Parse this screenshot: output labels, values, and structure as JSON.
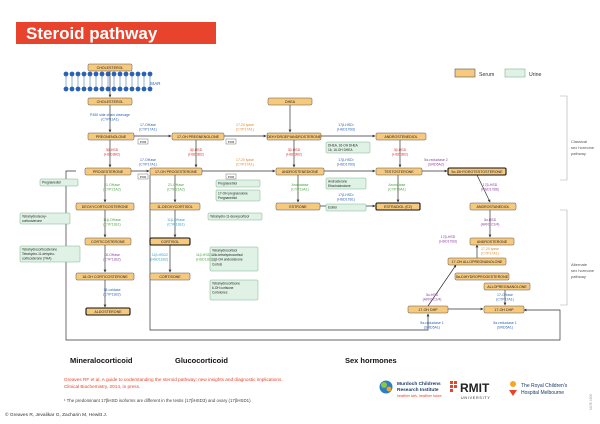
{
  "title": "Steroid pathway",
  "legend": {
    "serum": "Serum",
    "urine": "Urine"
  },
  "sections": {
    "mineralocorticoid": "Mineralocorticoid",
    "glucocorticoid": "Glucocorticoid",
    "sex_hormones": "Sex hormones"
  },
  "side_labels": {
    "classical": [
      "Classical",
      "sex hormone",
      "pathway"
    ],
    "alternate": [
      "Alternate",
      "sex hormone",
      "pathway"
    ]
  },
  "membrane_label": "StAR",
  "compounds": {
    "cholesterol_top": "CHOLESTEROL",
    "cholesterol": "CHOLESTEROL",
    "pregnenolone": "PREGNENOLONE",
    "oh17_pregnenolone": "17-OH PREGNENOLONE",
    "dhea": "DHEA",
    "dheas": "DEHYDROEPIANDROSTERONE",
    "androstenediol": "ANDROSTENEDIOL",
    "progesterone": "PROGESTERONE",
    "oh17_progesterone": "17-OH PROGESTERONE",
    "androstenedione": "ANDROSTENEDIONE",
    "testosterone": "TESTOSTERONE",
    "dht": "5α-DIHYDROTESTOSTERONE",
    "deoxycorticosterone": "DEOXYCORTICOSTERONE",
    "deoxycortisol": "11-DEOXYCORTISOL",
    "estrone": "ESTRONE",
    "estradiol": "ESTRADIOL (E2)",
    "corticosterone": "CORTICOSTERONE",
    "cortisol": "CORTISOL",
    "cortisone": "CORTISONE",
    "oh18_corticosterone": "18-OH CORTICOSTERONE",
    "aldosterone": "ALDOSTERONE",
    "androstanediol": "ANDROSTANEDIOL",
    "androsterone": "ANDROSTERONE",
    "dihydroprogesterone": "5α-DIHYDROPROGESTERONE",
    "allopregnanolone": "17-OH ALLOPREGNANOLONE",
    "allopregnanolone2": "ALLOPREGNANOLONE",
    "dhp": "17-OH DHP",
    "oh17_dhp": "17-OH DHP"
  },
  "urine_labels": {
    "pregnanediol": "Pregnanediol",
    "thdoc": [
      "Tetrahydrodeoxy-",
      "corticosterone"
    ],
    "thb": [
      "Tetrahydrocorticosterone",
      "Tetrahydro-11-dehydro-",
      "corticosterone (THA)"
    ],
    "pregnanetriol": "Pregnanetriol",
    "oh17prog": [
      "17-OH pregnanolone",
      "Pregnanetriol"
    ],
    "ths": "Tetrahydro-11-deoxycortisol",
    "androsterone_etio": [
      "Androsterone",
      "Etiocholanolone"
    ],
    "dhea_metab": [
      "DHEA, 16-OH DHEA",
      "16, 16-OH DHEA"
    ],
    "estriol": "Estriol",
    "cortisol_metab": [
      "Tetrahydrocortisol",
      "Allo-tetrahydrocortisol",
      "11β-OH androsterone",
      "Cortols"
    ],
    "cortisone_metab": [
      "Tetrahydrocortisone",
      "6-OH cortisone",
      "Cortolones"
    ]
  },
  "enzymes": {
    "scc": [
      "P450 side chain cleavage",
      "(CYP11A1)"
    ],
    "cyp17_oh_1": [
      "17-OHase",
      "(CYP17A1)"
    ],
    "cyp17_lyase_1": [
      "17,20 lyase",
      "(CYP17A1)"
    ],
    "cyp17_oh_2": [
      "17-OHase",
      "(CYP17A1)"
    ],
    "cyp17_lyase_2": [
      "17,20 lyase",
      "(CYP17A1)"
    ],
    "hsd3_1": [
      "3β-HSD",
      "(HSD3B2)"
    ],
    "hsd3_2": [
      "3β-HSD",
      "(HSD3B2)"
    ],
    "hsd3_3": [
      "3β-HSD",
      "(HSD3B2)"
    ],
    "hsd3_4": [
      "3β-HSD",
      "(HSD3B2)"
    ],
    "hsd17_1": [
      "17β-HSD¹",
      "(HSD17B3)"
    ],
    "hsd17_2": [
      "17β-HSD¹",
      "(HSD17B3)"
    ],
    "hsd17_3": [
      "17β-HSD¹",
      "(HSD17B1)"
    ],
    "aromatase_1": [
      "Aromatase",
      "(CYP19A1)"
    ],
    "aromatase_2": [
      "Aromatase",
      "(CYP19A1)"
    ],
    "srd5a2": [
      "5α-reductase 2",
      "(SRD5A2)"
    ],
    "cyp21_1": [
      "21-OHase",
      "(CYP21A2)"
    ],
    "cyp21_2": [
      "21-OHase",
      "(CYP21A2)"
    ],
    "cyp11b1_1": [
      "11β-OHase",
      "(CYP11B1)"
    ],
    "cyp11b1_2": [
      "11β-OHase",
      "(CYP11B1)"
    ],
    "cyp11b2_1": [
      "18-OHase",
      "(CYP11B2)"
    ],
    "cyp11b2_2": [
      "18-oxidase",
      "(CYP11B2)"
    ],
    "hsd11b2": [
      "11β-HSD2",
      "(HSD11B2)"
    ],
    "hsd11b1": [
      "11β-HSD1",
      "(HSD11B1)"
    ],
    "hsd17_alt1": [
      "17β-HSD",
      "(HSD17B6)"
    ],
    "hsd3_alt": [
      "3α-HSD",
      "(AKR1C2/4)"
    ],
    "hsd3_alt2": [
      "3α-HSD",
      "(AKR1C2/4)"
    ],
    "srd5a1_1": [
      "5α-reductase 1",
      "(SRD5A1)"
    ],
    "srd5a1_2": [
      "5α-reductase 1",
      "(SRD5A1)"
    ],
    "lyase_alt": [
      "17,20 lyase",
      "(CYP17A1)"
    ],
    "hsd17_alt2": [
      "17β-HSD",
      "(HSD17B3)"
    ],
    "cyp17_alt": [
      "17-OHase",
      "(CYP17A1)"
    ]
  },
  "cofactors": {
    "por1": "POR",
    "por2": "POR",
    "por3": "POR",
    "por4": "POR"
  },
  "citation": [
    "Greaves RF et al. A guide to understanding the steroid pathway: new insights and diagnostic implications.",
    "Clinical Biochemistry, 2014, in press."
  ],
  "footnote": "¹ The predominant 17βHSD isoforms are different in the testis (17βHSD3) and ovary (17βHSD1)",
  "logos": {
    "mcri": [
      "Murdoch Childrens",
      "Research Institute"
    ],
    "mcri_tagline": "healthier kids, healthier future",
    "rmit": "RMIT",
    "rmit_sub": "UNIVERSITY",
    "rch": [
      "The Royal Children's",
      "Hospital Melbourne"
    ]
  },
  "copyright": "© Greaves R, Jevalikar G, Zacharin M, Hewitt J.",
  "side_code": "MCRI 1509",
  "colors": {
    "header": "#e8432d",
    "serum": "#f7c97c",
    "serum_border": "#555555",
    "urine": "#dff2e5",
    "urine_border": "#7fb58f",
    "enzyme_red": "#d9342b",
    "enzyme_blue": "#2b62b4",
    "enzyme_green": "#49a33f",
    "enzyme_purple": "#8a3fa1",
    "enzyme_cyan": "#2aa3c7",
    "enzyme_orange": "#e2892f",
    "arrow": "#333333"
  }
}
